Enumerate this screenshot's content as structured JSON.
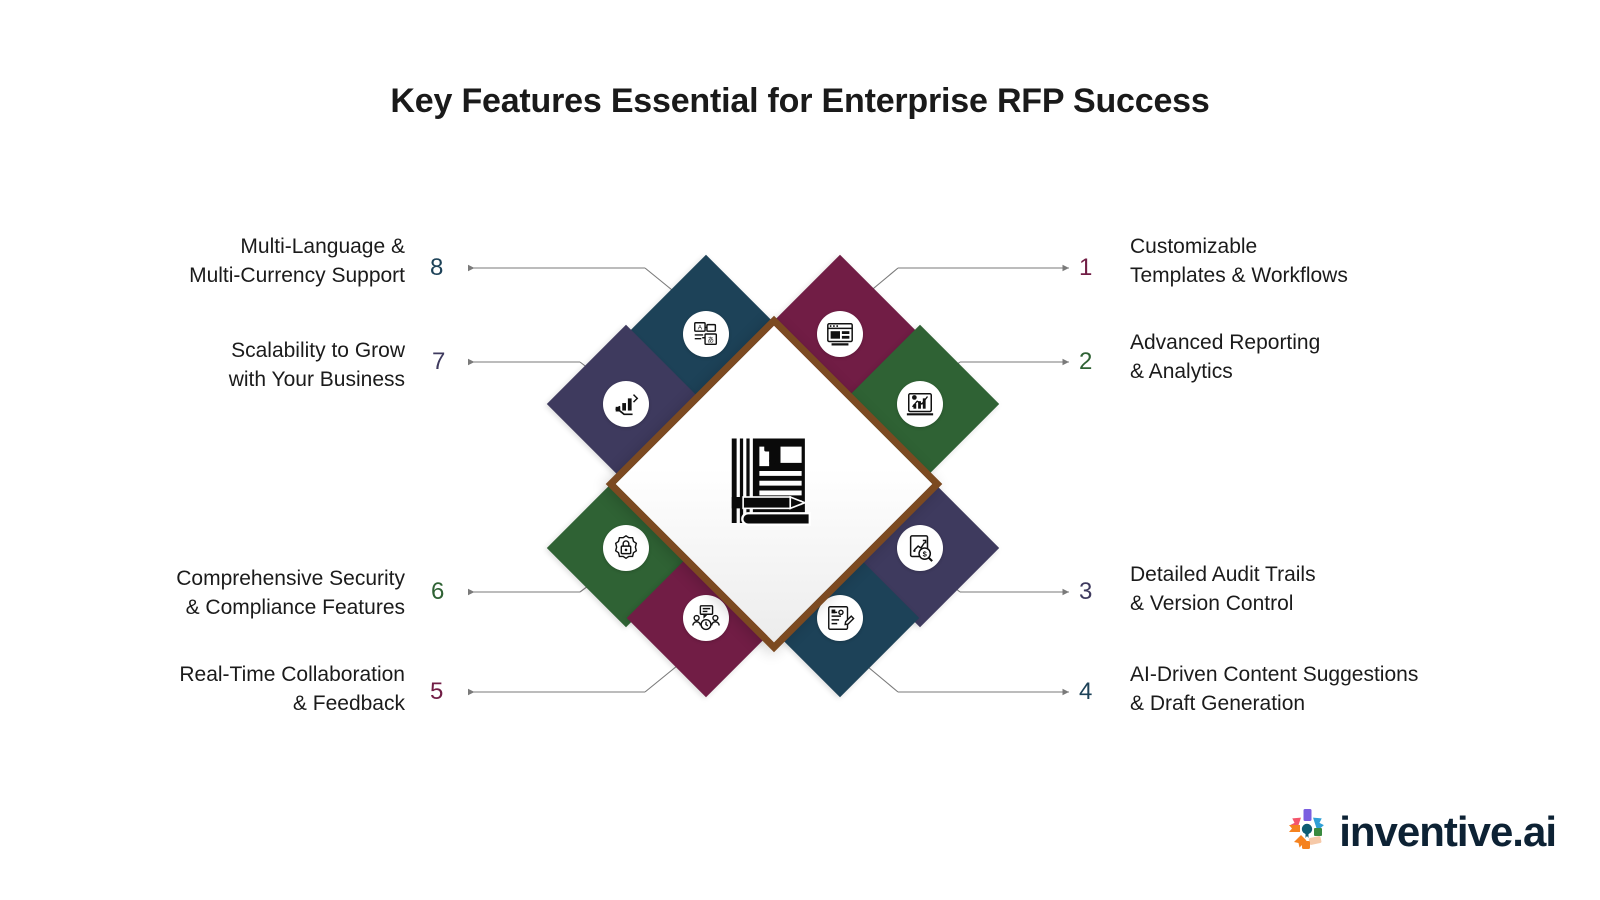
{
  "title": "Key Features Essential for Enterprise RFP Success",
  "center": {
    "icon": "proposal-document-pencil-icon"
  },
  "brand": {
    "logo_text": "inventive.ai",
    "logo_mark": "pinwheel-logo-mark",
    "mark_colors": [
      "#7b5ee0",
      "#2f9fd6",
      "#f4556b",
      "#f5821f",
      "#0d5c73",
      "#3a8a3f",
      "#f6c9a8"
    ]
  },
  "colors": {
    "maroon": "#711d45",
    "green": "#2f6234",
    "purple": "#3e3a5e",
    "teal": "#1d4258",
    "center_border": "#7c4a21",
    "connector": "#7a7a7a"
  },
  "items": [
    {
      "number": "1",
      "label": "Customizable\nTemplates & Workflows",
      "side": "right",
      "color": "#711d45",
      "icon": "template-window-icon"
    },
    {
      "number": "2",
      "label": "Advanced Reporting\n& Analytics",
      "side": "right",
      "color": "#2f6234",
      "icon": "analytics-report-icon"
    },
    {
      "number": "3",
      "label": "Detailed Audit Trails\n& Version Control",
      "side": "right",
      "color": "#3e3a5e",
      "icon": "audit-magnifier-icon"
    },
    {
      "number": "4",
      "label": "AI-Driven Content Suggestions\n& Draft Generation",
      "side": "right",
      "color": "#1d4258",
      "icon": "ai-draft-pen-icon"
    },
    {
      "number": "5",
      "label": "Real-Time Collaboration\n& Feedback",
      "side": "left",
      "color": "#711d45",
      "icon": "team-chat-clock-icon"
    },
    {
      "number": "6",
      "label": "Comprehensive Security\n& Compliance Features",
      "side": "left",
      "color": "#2f6234",
      "icon": "security-gear-lock-icon"
    },
    {
      "number": "7",
      "label": "Scalability to Grow\nwith Your Business",
      "side": "left",
      "color": "#3e3a5e",
      "icon": "growth-chart-hand-icon"
    },
    {
      "number": "8",
      "label": "Multi-Language &\nMulti-Currency Support",
      "side": "left",
      "color": "#1d4258",
      "icon": "translate-currency-icon"
    }
  ]
}
